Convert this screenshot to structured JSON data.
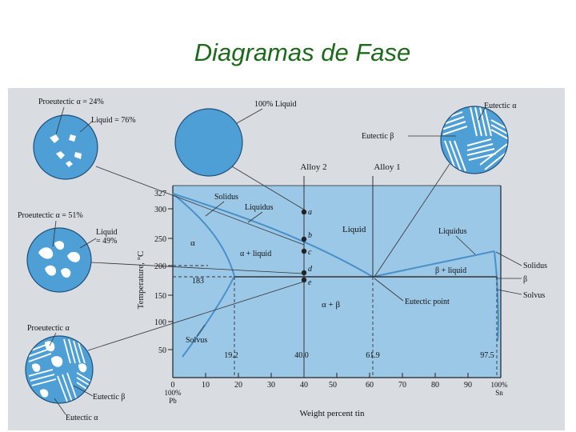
{
  "title": "Diagramas de Fase",
  "colors": {
    "title": "#1b6b1b",
    "paper": "#d9dde2",
    "plot_bg": "#9cc8e8",
    "phase_line": "#4a90c8",
    "circle_fill": "#4d9fd6",
    "lamella": "#ffffff"
  },
  "diagram": {
    "x_axis_label": "Weight percent tin",
    "y_axis_label": "Temperature, °C",
    "x_ticks": [
      "10",
      "20",
      "30",
      "40",
      "50",
      "60",
      "70",
      "80",
      "90"
    ],
    "x_start": "0",
    "x_start_sub1": "100%",
    "x_start_sub2": "Pb",
    "x_end": "100%",
    "x_end_sub": "Sn",
    "y_ticks": [
      "300",
      "250",
      "200",
      "150",
      "100",
      "50"
    ],
    "melting_pb": "327",
    "eutectic_temp": "183",
    "points": {
      "solubility_alpha": "19.2",
      "alloy_comp": "40.0",
      "eutectic_comp": "61.9",
      "solubility_beta": "97.5"
    },
    "region_labels": {
      "liquid": "Liquid",
      "alpha": "α",
      "alpha_liquid": "α + liquid",
      "beta_liquid": "β + liquid",
      "alpha_beta": "α + β"
    },
    "line_labels": {
      "solidus_left": "Solidus",
      "liquidus_left": "Liquidus",
      "liquidus_right": "Liquidus",
      "solidus_right": "Solidus",
      "beta": "β",
      "solvus_left": "Solvus",
      "solvus_right": "Solvus",
      "eutectic_point": "Eutectic point"
    },
    "alloys": {
      "alloy2": "Alloy 2",
      "alloy1": "Alloy 1"
    },
    "alloy_points": [
      "a",
      "b",
      "c",
      "d",
      "e"
    ]
  },
  "micro": {
    "c1_proeutectic": "Proeutectic α = 24%",
    "c1_liquid": "Liquid = 76%",
    "c2_liquid": "100% Liquid",
    "c3_eutectic_alpha": "Eutectic α",
    "c3_eutectic_beta": "Eutectic β",
    "c4_proeutectic": "Proeutectic α = 51%",
    "c4_liquid": "Liquid",
    "c4_liquid_pct": "= 49%",
    "c5_proeutectic": "Proeutectic α",
    "c5_eutectic_beta": "Eutectic β",
    "c5_eutectic_alpha": "Eutectic α"
  }
}
